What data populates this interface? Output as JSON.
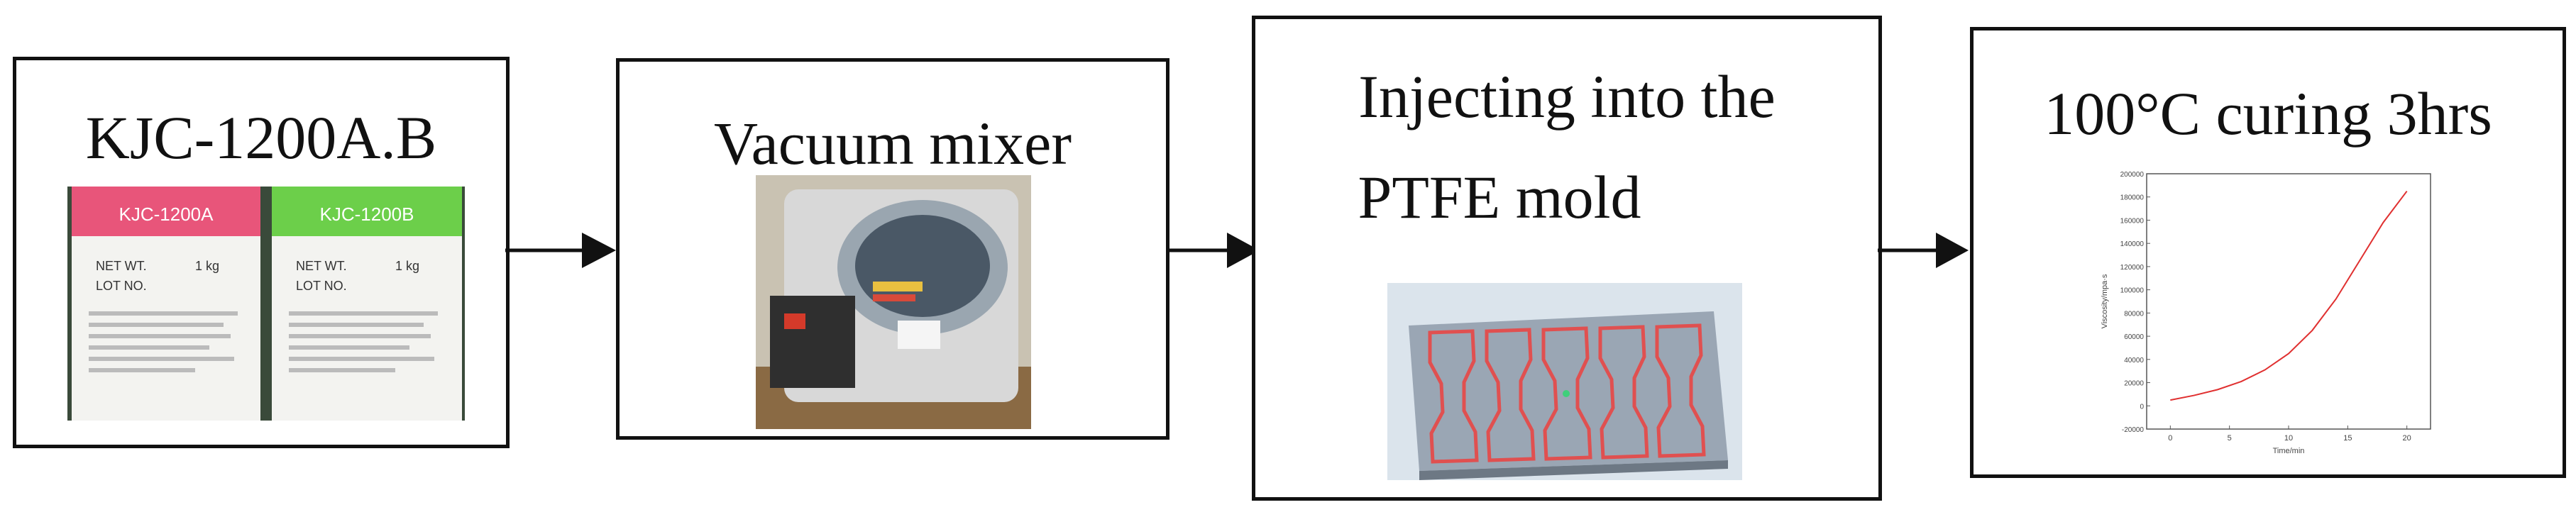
{
  "steps": [
    {
      "id": "step1",
      "title": "KJC-1200A.B",
      "bottle_a_label": "KJC-1200A",
      "bottle_a_color": "#e8557a",
      "bottle_b_label": "KJC-1200B",
      "bottle_b_color": "#6ccf4a",
      "net_wt_label": "NET WT.",
      "net_wt_value": "1 kg",
      "lot_no_label": "LOT NO."
    },
    {
      "id": "step2",
      "title": "Vacuum mixer"
    },
    {
      "id": "step3",
      "title_line1": "Injecting into the",
      "title_line2": "PTFE mold",
      "mold_color": "#9aa6b4",
      "outline_color": "#e05050"
    },
    {
      "id": "step4",
      "title": "100°C curing 3hrs"
    }
  ],
  "chart_data": {
    "type": "line",
    "title": "",
    "xlabel": "Time/min",
    "ylabel": "Viscosity/mpa·s",
    "x": [
      0,
      2,
      4,
      6,
      8,
      10,
      12,
      14,
      16,
      18,
      20
    ],
    "series": [
      {
        "values": [
          5000,
          9000,
          14000,
          21000,
          31000,
          45000,
          65000,
          92000,
          125000,
          158000,
          185000
        ],
        "color": "#e03030"
      }
    ],
    "xlim": [
      -2,
      22
    ],
    "ylim": [
      -20000,
      200000
    ],
    "xticks": [
      "0",
      "5",
      "10",
      "15",
      "20"
    ],
    "yticks": [
      "-20000",
      "0",
      "20000",
      "40000",
      "60000",
      "80000",
      "100000",
      "120000",
      "140000",
      "160000",
      "180000",
      "200000"
    ]
  }
}
